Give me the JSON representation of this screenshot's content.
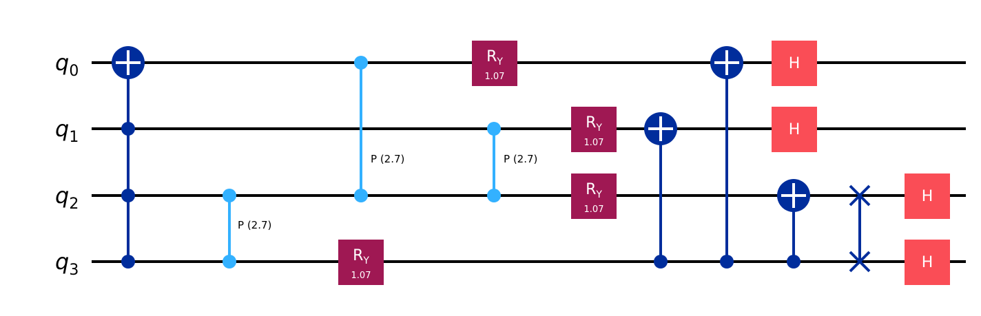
{
  "circuit": {
    "qubits": [
      {
        "base": "q",
        "index": "0"
      },
      {
        "base": "q",
        "index": "1"
      },
      {
        "base": "q",
        "index": "2"
      },
      {
        "base": "q",
        "index": "3"
      }
    ],
    "colors": {
      "wire": "#000000",
      "cnot": "#002d9c",
      "cphase": "#33b1ff",
      "ry": "#9f1853",
      "h": "#fa4d56",
      "gate_text": "#ffffff"
    },
    "gates": {
      "cnot_0": {
        "target": "q0",
        "controls": [
          "q1",
          "q2",
          "q3"
        ]
      },
      "cp_1": {
        "label": "P (2.7)",
        "qubits": [
          "q2",
          "q3"
        ]
      },
      "cp_2": {
        "label": "P (2.7)",
        "qubits": [
          "q0",
          "q2"
        ]
      },
      "ry_q3": {
        "label": "R",
        "sub": "Y",
        "param": "1.07",
        "qubit": "q3"
      },
      "ry_q0": {
        "label": "R",
        "sub": "Y",
        "param": "1.07",
        "qubit": "q0"
      },
      "cp_3": {
        "label": "P (2.7)",
        "qubits": [
          "q1",
          "q2"
        ]
      },
      "ry_q1": {
        "label": "R",
        "sub": "Y",
        "param": "1.07",
        "qubit": "q1"
      },
      "ry_q2": {
        "label": "R",
        "sub": "Y",
        "param": "1.07",
        "qubit": "q2"
      },
      "cnot_3_1": {
        "control": "q3",
        "target": "q1"
      },
      "cnot_3_0": {
        "control": "q3",
        "target": "q0"
      },
      "h_q0": {
        "label": "H",
        "qubit": "q0"
      },
      "h_q1": {
        "label": "H",
        "qubit": "q1"
      },
      "cnot_3_2": {
        "control": "q3",
        "target": "q2"
      },
      "swap_2_3": {
        "qubits": [
          "q2",
          "q3"
        ]
      },
      "h_q2": {
        "label": "H",
        "qubit": "q2"
      },
      "h_q3": {
        "label": "H",
        "qubit": "q3"
      }
    }
  }
}
